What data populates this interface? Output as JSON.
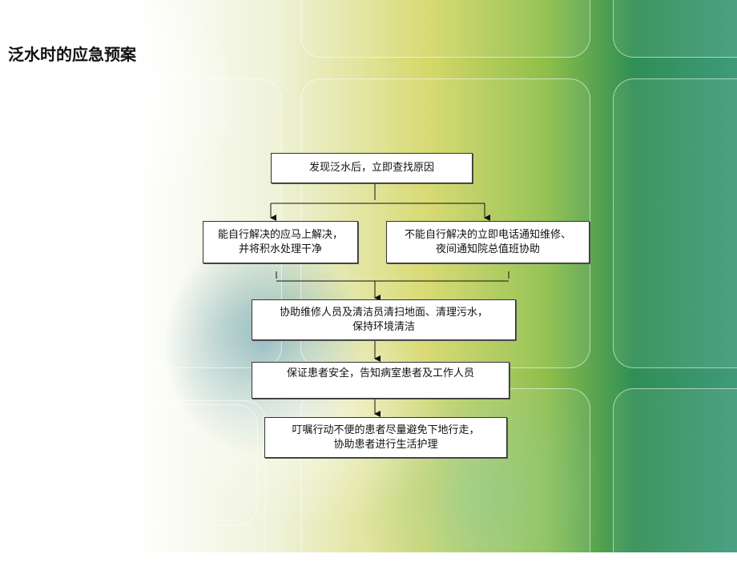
{
  "title": "泛水时的应急预案",
  "flowchart": {
    "nodes": {
      "find_cause": "发现泛水后，立即查找原因",
      "self_solve": "能自行解决的应马上解决，\n并将积水处理干净",
      "cannot_solve": "不能自行解决的立即电话通知维修、\n夜间通知院总值班协助",
      "cleanup": "协助维修人员及清洁员清扫地面、清理污水，\n保持环境清洁",
      "safety": "保证患者安全，告知病室患者及工作人员",
      "advise": "叮嘱行动不便的患者尽量避免下地行走，\n协助患者进行生活护理"
    }
  }
}
